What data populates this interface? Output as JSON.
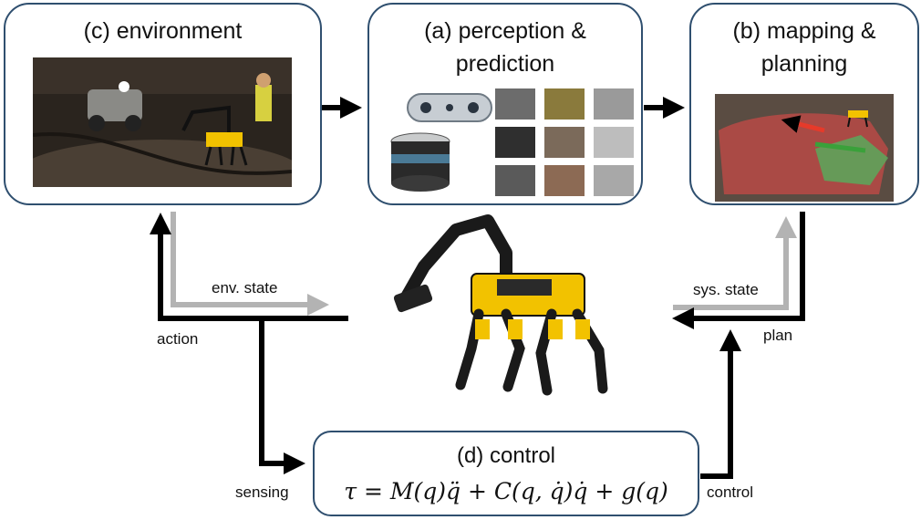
{
  "boxes": {
    "environment": {
      "title": "(c) environment"
    },
    "perception": {
      "title_line1": "(a) perception &",
      "title_line2": "prediction"
    },
    "mapping": {
      "title_line1": "(b) mapping &",
      "title_line2": "planning"
    },
    "control": {
      "title": "(d) control",
      "equation": "τ = M(q)q̈ + C(q, q̇)q̇ + g(q)"
    }
  },
  "arrows": {
    "env_state": "env. state",
    "action": "action",
    "sys_state": "sys. state",
    "plan": "plan",
    "sensing": "sensing",
    "control": "control"
  },
  "colors": {
    "box_border": "#2f4f6f",
    "black_arrow": "#000000",
    "gray_arrow": "#b3b3b3",
    "robot_yellow": "#f2c200"
  }
}
